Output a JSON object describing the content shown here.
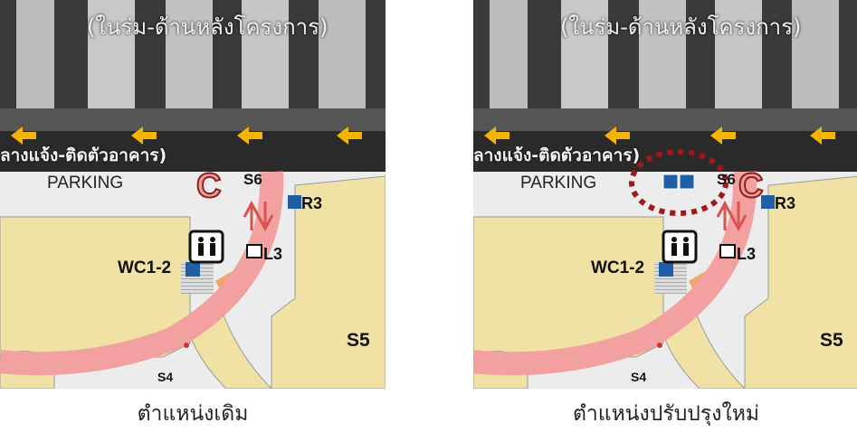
{
  "panels": [
    {
      "labels": {
        "building_top": "(ในร่ม-ด้านหลังโครงการ)",
        "building_mid": "ลางแจ้ง-ติดตัวอาคาร)",
        "parking": "PARKING",
        "zone_c": "C",
        "s6": "S6",
        "r3": "R3",
        "l3": "L3",
        "wc": "WC1-2",
        "s5": "S5",
        "s4": "S4"
      },
      "caption": "ตำแหน่งเดิม"
    },
    {
      "labels": {
        "building_top": "(ในร่ม-ด้านหลังโครงการ)",
        "building_mid": "ลางแจ้ง-ติดตัวอาคาร)",
        "parking": "PARKING",
        "zone_c": "C",
        "s6": "S6",
        "r3": "R3",
        "l3": "L3",
        "wc": "WC1-2",
        "s5": "S5",
        "s4": "S4"
      },
      "caption": "ตำแหน่งปรับปรุงใหม่"
    }
  ],
  "icons": [
    "arrow-left-icon",
    "wheelchair-icon",
    "restroom-icon",
    "elevator-icon",
    "up-down-arrows-icon"
  ],
  "colors": {
    "route": "#f2a0a0",
    "building_floor": "#efe2a4",
    "highlight_circle": "#a01818",
    "accessible_sign": "#1f5fa8",
    "arrow": "#f5b400"
  }
}
